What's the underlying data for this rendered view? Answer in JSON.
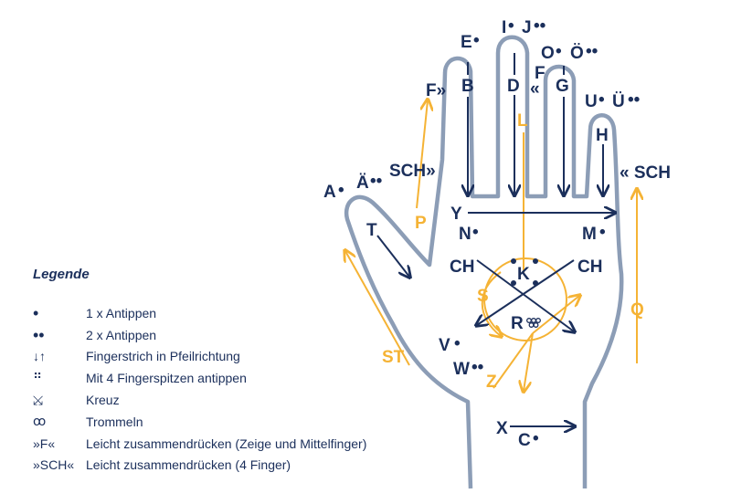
{
  "colors": {
    "navy": "#1b2f5b",
    "yellow": "#f5b335",
    "hand": "#8c9db6"
  },
  "legend": {
    "title": "Legende",
    "items": [
      {
        "symbol": "•",
        "text": "1 x Antippen"
      },
      {
        "symbol": "••",
        "text": "2 x Antippen"
      },
      {
        "symbol": "↓↑",
        "text": "Fingerstrich in Pfeilrichtung"
      },
      {
        "symbol": "⠛",
        "text": "Mit 4 Fingerspitzen antippen"
      },
      {
        "symbol": "⤩",
        "text": "Kreuz"
      },
      {
        "symbol": "ꝏ",
        "text": "Trommeln"
      },
      {
        "symbol": "»F«",
        "text": "Leicht zusammendrücken (Zeige und Mittelfinger)"
      },
      {
        "symbol": "»SCH«",
        "text": "Leicht zusammendrücken (4 Finger)"
      }
    ]
  },
  "letters": {
    "A": "A",
    "AE": "Ä",
    "SCH_left": "SCH»",
    "F_left": "F»",
    "E": "E",
    "B": "B",
    "I": "I",
    "J": "J",
    "D": "D",
    "F_mid": "F",
    "F_guil": "«",
    "O": "O",
    "OE": "Ö",
    "G": "G",
    "U": "U",
    "UE": "Ü",
    "H": "H",
    "SCH_right": "« SCH",
    "Y": "Y",
    "N": "N",
    "M": "M",
    "T": "T",
    "P": "P",
    "L": "L",
    "CH_left": "CH",
    "CH_right": "CH",
    "K": "K",
    "S": "S",
    "R": "R",
    "Q": "Q",
    "ST": "ST",
    "V": "V",
    "W": "W",
    "Z": "Z",
    "X": "X",
    "C": "C"
  }
}
